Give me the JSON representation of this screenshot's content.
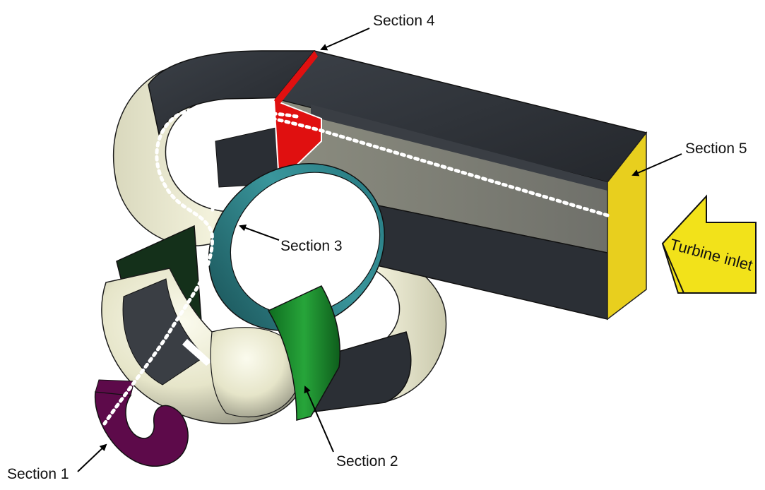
{
  "labels": {
    "section1": "Section 1",
    "section2": "Section 2",
    "section3": "Section 3",
    "section4": "Section 4",
    "section5": "Section 5",
    "inlet": "Turbine inlet"
  },
  "colors": {
    "section1": "#5d0a4a",
    "section2": "#1a8a2a",
    "section3": "#2a7f86",
    "section4": "#e01010",
    "section5": "#e8cf1e",
    "inlet_arrow": "#f2e21a",
    "duct_dark": "#2e3238",
    "duct_light": "#e9e8cf",
    "flow_path": "#ffffff"
  }
}
